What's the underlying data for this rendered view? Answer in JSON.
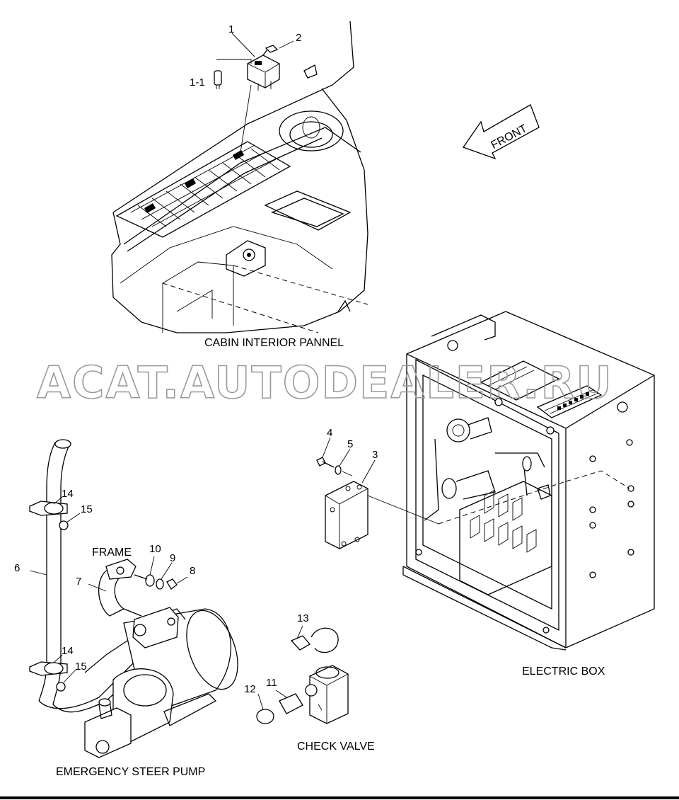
{
  "labels": {
    "cabin_interior_panel": "CABIN INTERIOR PANNEL",
    "electric_box": "ELECTRIC BOX",
    "emergency_steer_pump": "EMERGENCY STEER PUMP",
    "check_valve": "CHECK VALVE",
    "frame": "FRAME",
    "front": "FRONT"
  },
  "watermark": "ACAT.AUTODEALER.RU",
  "callouts": {
    "c1": "1",
    "c1_1": "1-1",
    "c2": "2",
    "c3": "3",
    "c4": "4",
    "c5": "5",
    "c6": "6",
    "c7": "7",
    "c8": "8",
    "c9": "9",
    "c10": "10",
    "c11": "11",
    "c12": "12",
    "c13": "13",
    "c14a": "14",
    "c14b": "14",
    "c15a": "15",
    "c15b": "15"
  }
}
